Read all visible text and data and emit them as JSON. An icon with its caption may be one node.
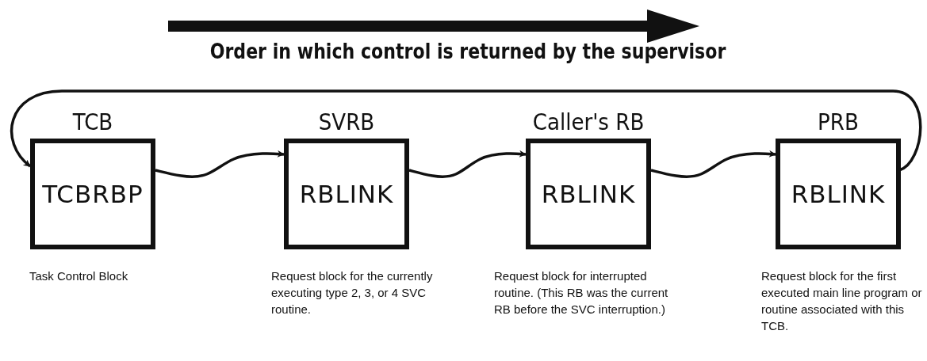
{
  "diagram": {
    "nodes": [
      {
        "text": [
          "TCB",
          "TCBRBP"
        ],
        "beside": [
          "Task Control Block"
        ]
      },
      {
        "text": [
          "SVRB",
          "RBLINK"
        ],
        "beside": [
          "Request block for the currently executing type 2, 3, or 4 SVC routine."
        ]
      },
      {
        "text": [
          "Caller's RB",
          "RBLINK"
        ],
        "beside": [
          "Request block for interrupted routine. (This RB was the current RB before the SVC interruption.)"
        ]
      },
      {
        "text": [
          "PRB",
          "RBLINK"
        ],
        "beside": [
          "Request block for the first executed main line program or routine associated with this TCB."
        ]
      }
    ],
    "edges": [
      {
        "from": 0,
        "to": 1,
        "arrow": "to"
      },
      {
        "from": 1,
        "to": 2,
        "arrow": "to"
      },
      {
        "from": 2,
        "to": 3,
        "arrow": "to"
      },
      {
        "from": 3,
        "to": 0,
        "arrow": "to"
      }
    ],
    "labels": [
      "Order in which control is returned by the supervisor"
    ]
  }
}
